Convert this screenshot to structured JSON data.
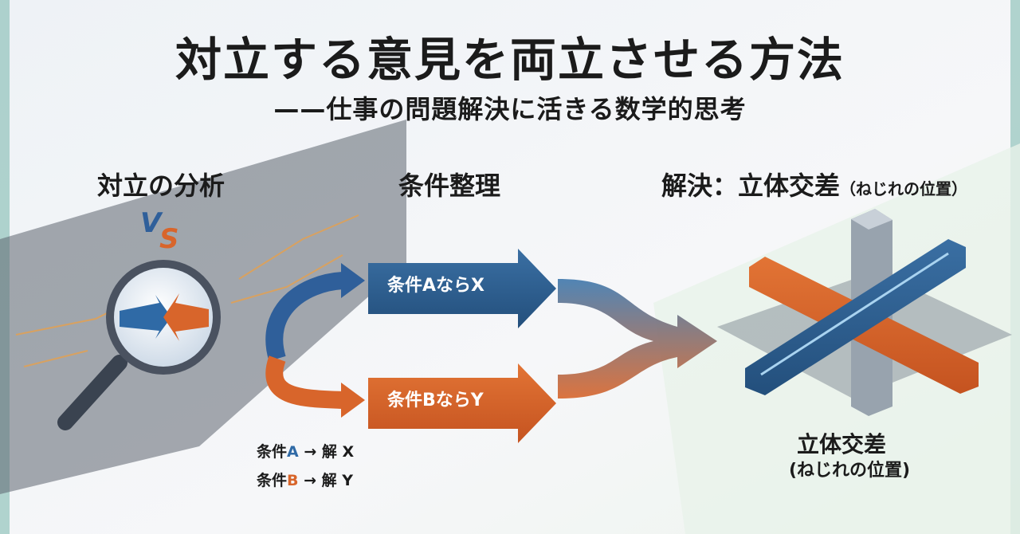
{
  "title": "対立する意見を両立させる方法",
  "subtitle": "——仕事の問題解決に活きる数学的思考",
  "sections": {
    "analysis": "対立の分析",
    "conditions": "条件整理",
    "solution": "解決：立体交差",
    "solution_note": "（ねじれの位置）"
  },
  "vs": {
    "v": "V",
    "s": "S"
  },
  "arrows": {
    "a_label": "条件AならX",
    "b_label": "条件BならY"
  },
  "rules": {
    "r1_prefix": "条件",
    "r1_var": "A",
    "r1_suffix": " → 解 X",
    "r2_prefix": "条件",
    "r2_var": "B",
    "r2_suffix": " → 解 Y"
  },
  "result": {
    "main": "立体交差",
    "note": "(ねじれの位置)"
  },
  "colors": {
    "blue": "#2f5f9a",
    "orange": "#d8652b",
    "gray": "#7f8b96"
  },
  "icons": [
    "magnifier-icon",
    "vs-icon",
    "spark-icon"
  ]
}
